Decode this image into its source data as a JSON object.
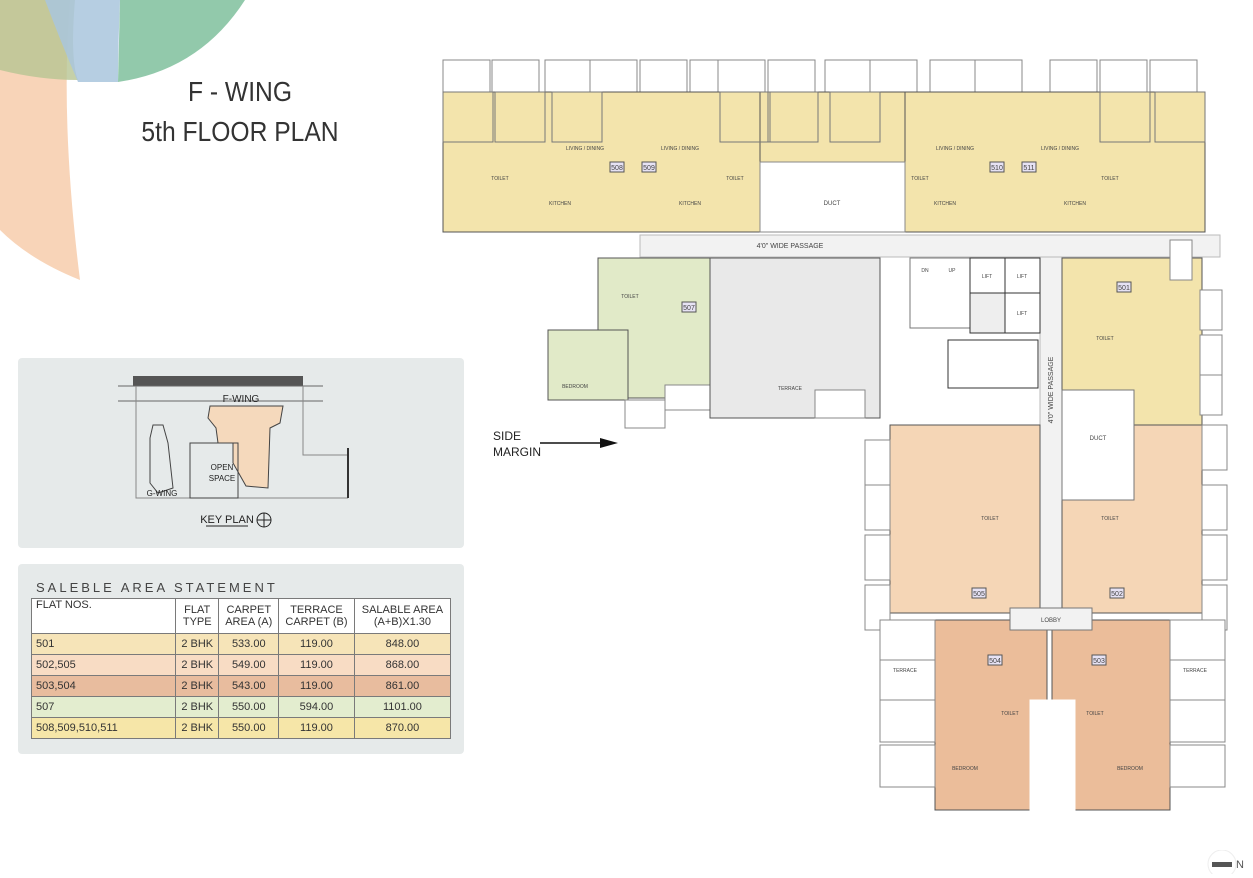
{
  "header": {
    "line1": "F - WING",
    "line2": "5th FLOOR PLAN"
  },
  "key_plan": {
    "title": "KEY PLAN",
    "f_wing_label": "F-WING",
    "g_wing_label": "G-WING",
    "open_space_line1": "OPEN",
    "open_space_line2": "SPACE"
  },
  "area_statement": {
    "title": "SALEBLE AREA STATEMENT",
    "columns": [
      [
        "FLAT NOS.",
        ""
      ],
      [
        "FLAT",
        "TYPE"
      ],
      [
        "CARPET",
        "AREA (A)"
      ],
      [
        "TERRACE",
        "CARPET (B)"
      ],
      [
        "SALABLE AREA",
        "(A+B)X1.30"
      ]
    ],
    "rows": [
      {
        "flats": "501",
        "type": "2 BHK",
        "carpet": "533.00",
        "terrace": "119.00",
        "salable": "848.00",
        "color": "#f6e4b8"
      },
      {
        "flats": "502,505",
        "type": "2 BHK",
        "carpet": "549.00",
        "terrace": "119.00",
        "salable": "868.00",
        "color": "#f8dcc4"
      },
      {
        "flats": "503,504",
        "type": "2 BHK",
        "carpet": "543.00",
        "terrace": "119.00",
        "salable": "861.00",
        "color": "#e8bc9e"
      },
      {
        "flats": "507",
        "type": "2 BHK",
        "carpet": "550.00",
        "terrace": "594.00",
        "salable": "1101.00",
        "color": "#e3edcf"
      },
      {
        "flats": "508,509,510,511",
        "type": "2 BHK",
        "carpet": "550.00",
        "terrace": "119.00",
        "salable": "870.00",
        "color": "#f6e6a8"
      }
    ]
  },
  "plan": {
    "passage_h": "4'0\" WIDE PASSAGE",
    "passage_v": "4'0\" WIDE PASSAGE",
    "side_margin_line1": "SIDE",
    "side_margin_line2": "MARGIN",
    "flats": [
      "501",
      "502",
      "503",
      "504",
      "505",
      "507",
      "508",
      "509",
      "510",
      "511"
    ],
    "labels": {
      "duct": "DUCT",
      "lobby": "LOBBY",
      "lift": "LIFT",
      "terrace": "TERRACE",
      "kitchen": "KITCHEN",
      "bedroom": "BEDROOM",
      "living": "LIVING / DINING",
      "toilet": "TOILET",
      "up": "UP",
      "dn": "DN"
    },
    "colors": {
      "flat_508_511": "#f3e4ac",
      "flat_507": "#e1eac8",
      "flat_502_505": "#f5d6b6",
      "flat_503_504": "#ebbd9a",
      "flat_501": "#f3e4ac"
    }
  },
  "north_label": "N"
}
